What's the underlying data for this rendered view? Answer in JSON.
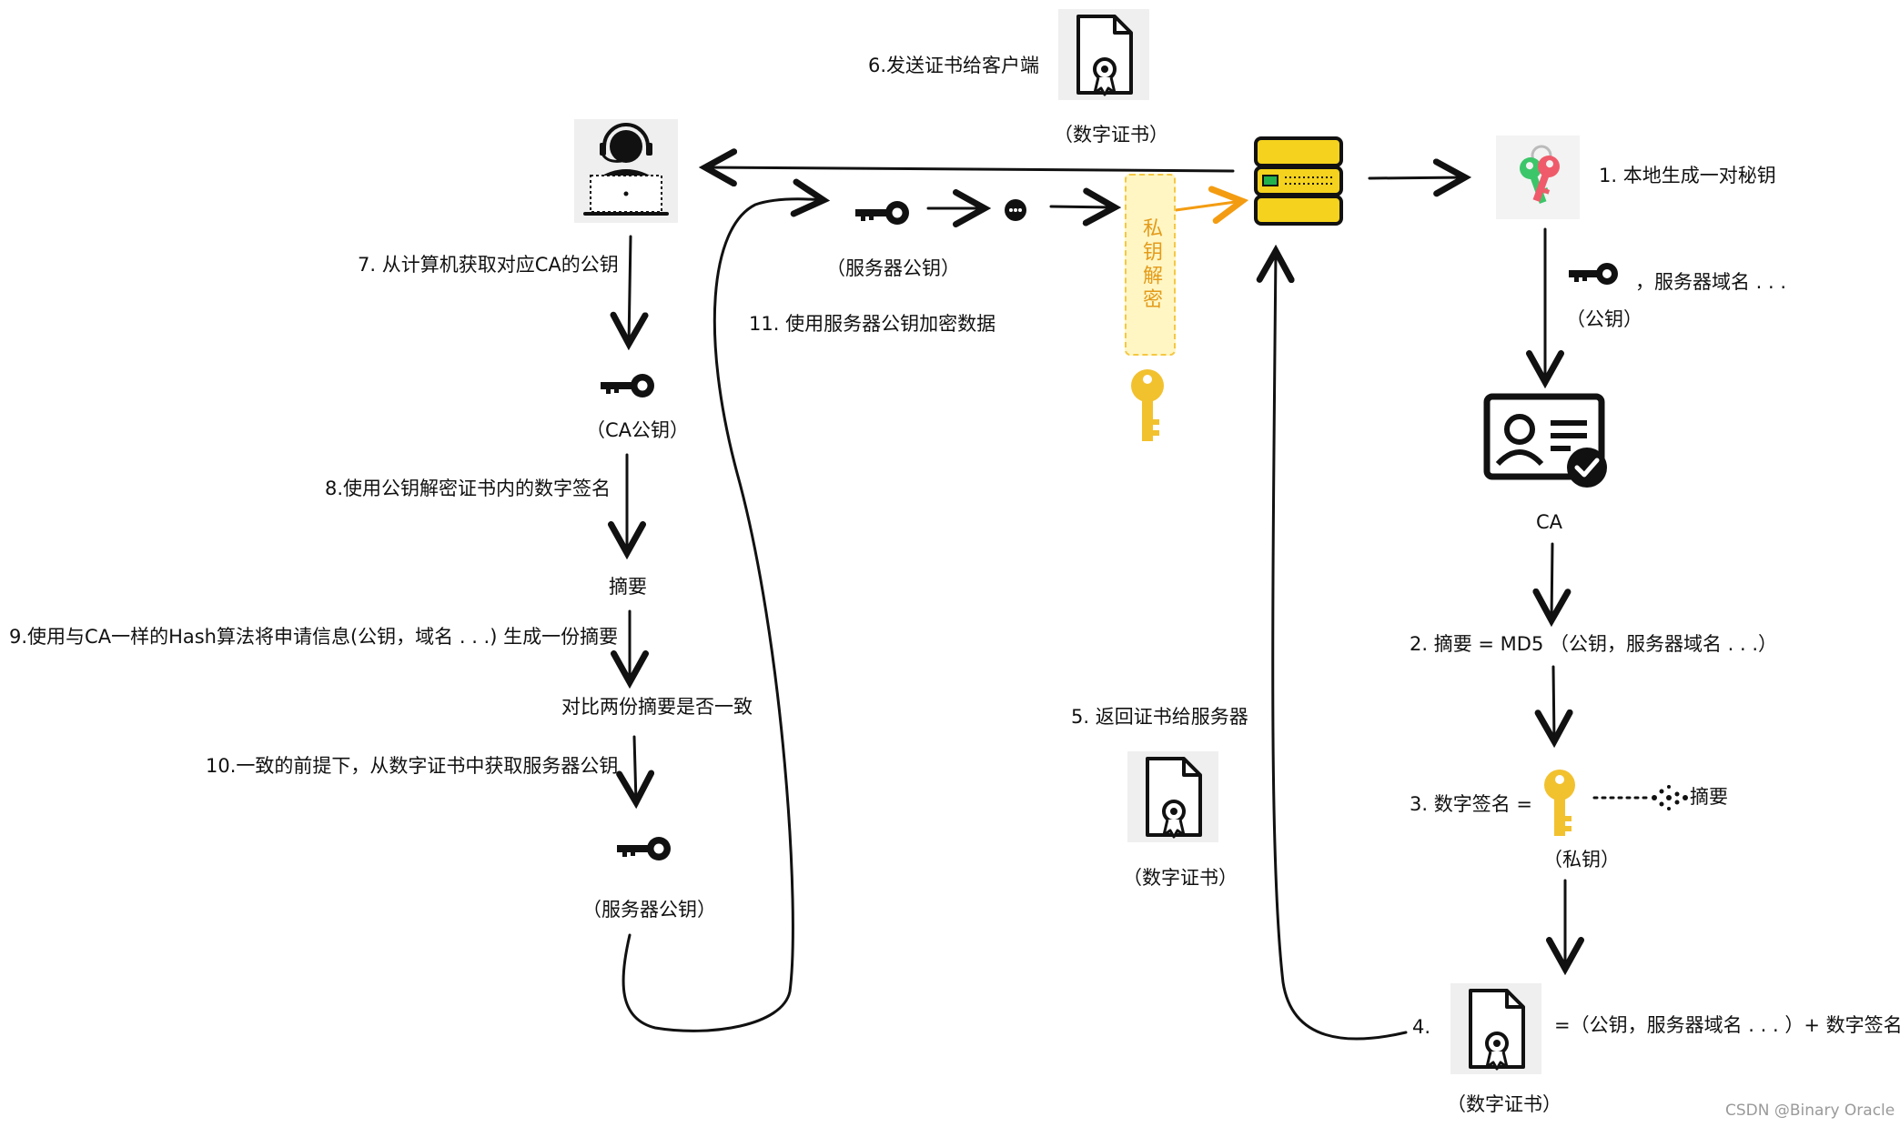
{
  "steps": {
    "s1": "1. 本地生成一对秘钥",
    "pub_domain": "，服务器域名 . . .",
    "pub_key": "（公钥）",
    "ca": "CA",
    "s2": "2. 摘要  =  MD5 （公钥，服务器域名 . . .）",
    "s3": "3. 数字签名 =",
    "digest_r": "摘要",
    "private_key": "（私钥）",
    "s4": "4.",
    "s4_formula": "=（公钥，服务器域名 . . . ）+ 数字签名",
    "cert_4": "（数字证书）",
    "s5": "5. 返回证书给服务器",
    "cert_5": "（数字证书）",
    "s6": "6.发送证书给客户端",
    "cert_6": "（数字证书）",
    "s7": "7. 从计算机获取对应CA的公钥",
    "ca_pub": "（CA公钥）",
    "s8": "8.使用公钥解密证书内的数字签名",
    "digest_l": "摘要",
    "s9": "9.使用与CA一样的Hash算法将申请信息(公钥，域名 . . .) 生成一份摘要",
    "compare": "对比两份摘要是否一致",
    "s10": "10.一致的前提下，从数字证书中获取服务器公钥",
    "server_pub_l": "（服务器公钥）",
    "s11": "11. 使用服务器公钥加密数据",
    "server_pub_top": "（服务器公钥）",
    "decrypt": "私钥解密"
  },
  "watermark": "CSDN @Binary Oracle",
  "colors": {
    "server": "#f5d21d",
    "band": "#fff6c4",
    "band_text": "#e39b1a",
    "gold_key": "#f2c12e",
    "orange_arrow": "#f39c12",
    "ink": "#111111"
  }
}
